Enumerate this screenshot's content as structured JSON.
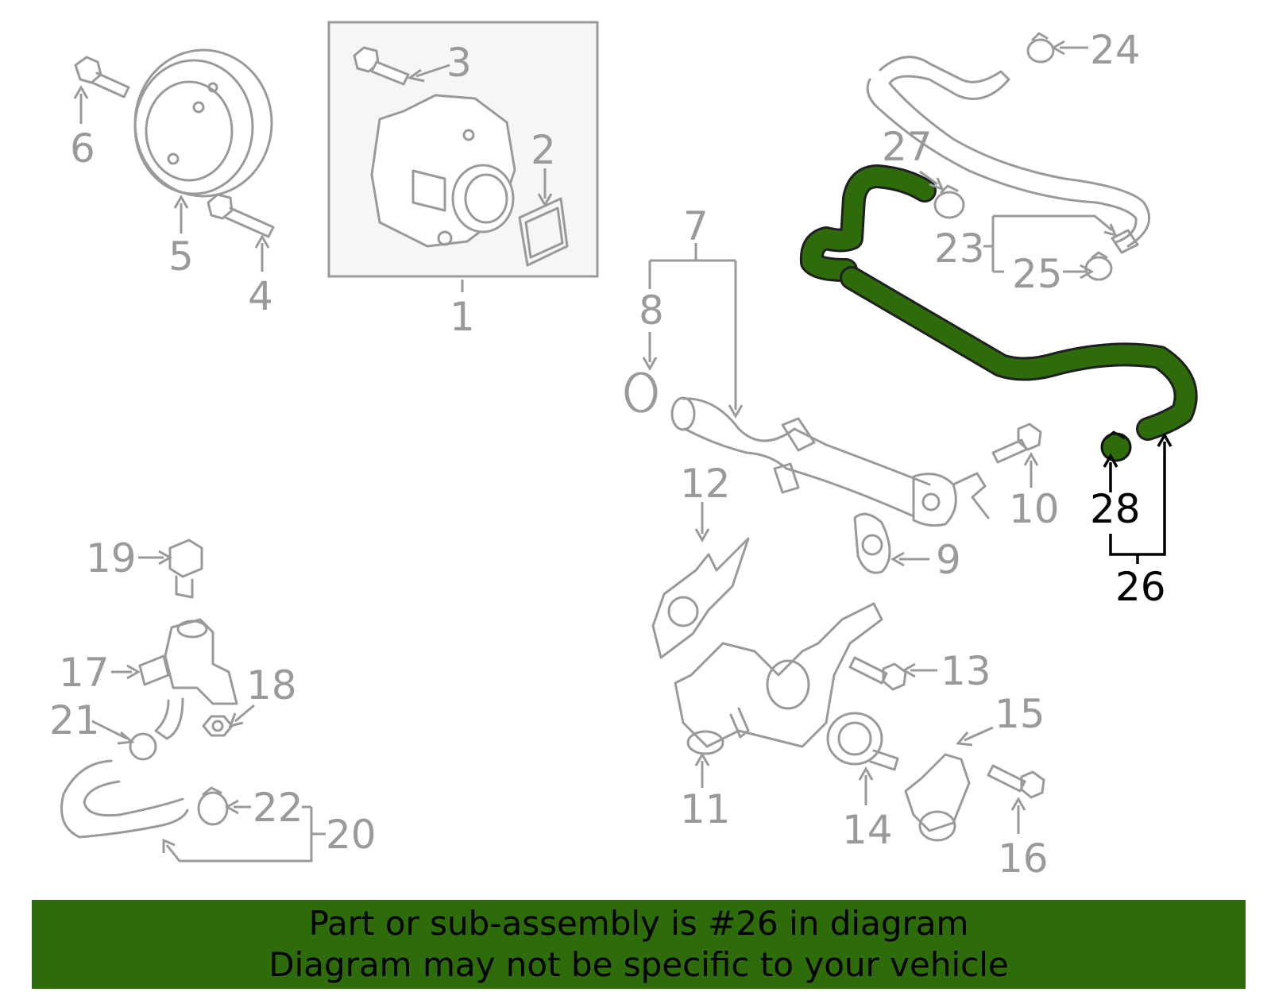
{
  "callouts": {
    "c1": "1",
    "c2": "2",
    "c3": "3",
    "c4": "4",
    "c5": "5",
    "c6": "6",
    "c7": "7",
    "c8": "8",
    "c9": "9",
    "c10": "10",
    "c11": "11",
    "c12": "12",
    "c13": "13",
    "c14": "14",
    "c15": "15",
    "c16": "16",
    "c17": "17",
    "c18": "18",
    "c19": "19",
    "c20": "20",
    "c21": "21",
    "c22": "22",
    "c23": "23",
    "c24": "24",
    "c25": "25",
    "c26": "26",
    "c27": "27",
    "c28": "28"
  },
  "highlight": {
    "part_number": "26",
    "color": "#2e6b0a"
  },
  "banner": {
    "line1": "Part or sub-assembly is #26 in diagram",
    "line2": "Diagram may not be specific to your vehicle",
    "color": "#2e6b0a"
  }
}
